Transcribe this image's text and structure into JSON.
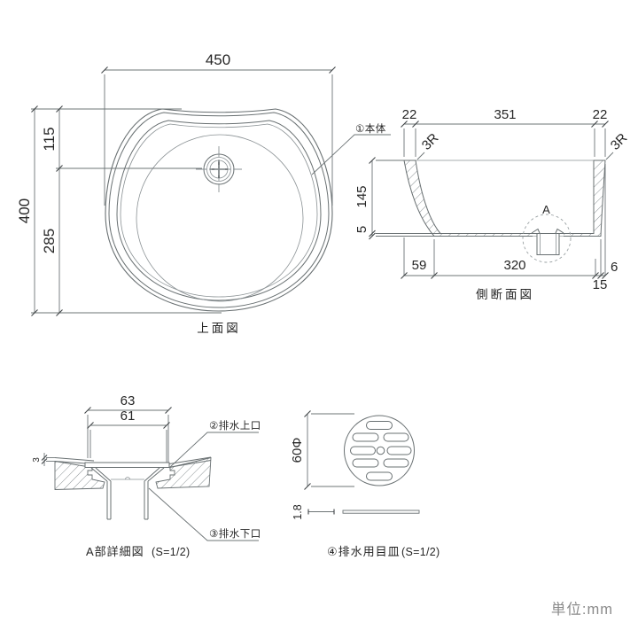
{
  "unit_note": "単位:mm",
  "colors": {
    "line": "#697072",
    "text": "#262626",
    "hatch": "#8a9194",
    "units_text": "#8a8a8a"
  },
  "top_view": {
    "caption": "上面図",
    "dim_width": "450",
    "dim_height": "400",
    "dim_center_from_top": "115",
    "dim_center_to_bottom": "285",
    "body_label": "①本体"
  },
  "side_view": {
    "caption": "側断面図",
    "dim_rim_left": "22",
    "dim_inner_width": "351",
    "dim_rim_right": "22",
    "radius_left": "3R",
    "radius_right": "3R",
    "dim_depth": "145",
    "dim_bottom_thickness": "5",
    "dim_bottom_left": "59",
    "dim_bottom_flat": "320",
    "dim_right_small": "6",
    "dim_right_lower": "15",
    "detail_marker": "A"
  },
  "detail_view": {
    "caption": "A部詳細図",
    "scale": "(S=1/2)",
    "dim_outer": "63",
    "dim_inner": "61",
    "dim_sheet": "3",
    "label_upper": "②排水上口",
    "label_lower": "③排水下口"
  },
  "strainer_view": {
    "caption": "④排水用目皿",
    "scale": "(S=1/2)",
    "dim_diameter": "60Φ",
    "dim_thickness": "1.8"
  }
}
